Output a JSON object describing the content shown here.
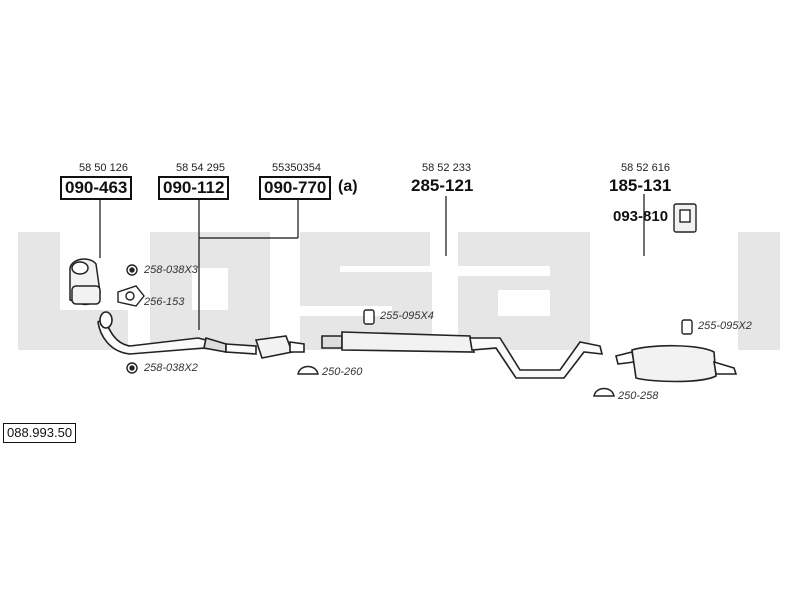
{
  "watermark": {
    "text": "bosal",
    "color": "#e6e6e6"
  },
  "kit_number": "088.993.50",
  "parts": [
    {
      "oe": "58 50 126",
      "code": "090-463",
      "style": "boxed"
    },
    {
      "oe": "58 54 295",
      "code": "090-112",
      "style": "boxed"
    },
    {
      "oe": "55350354",
      "code": "090-770",
      "suffix": "(a)",
      "style": "boxed"
    },
    {
      "oe": "58 52 233",
      "code": "285-121",
      "style": "plain"
    },
    {
      "oe": "58 52 616",
      "code": "185-131",
      "style": "plain"
    }
  ],
  "bracket_code": "093-810",
  "fittings": [
    {
      "code": "258-038X3",
      "icon": "gasket-icon"
    },
    {
      "code": "256-153",
      "icon": "flange-gasket-icon"
    },
    {
      "code": "258-038X2",
      "icon": "gasket-icon"
    },
    {
      "code": "255-095X4",
      "icon": "rubber-mount-icon"
    },
    {
      "code": "250-260",
      "icon": "clamp-icon"
    },
    {
      "code": "255-095X2",
      "icon": "rubber-mount-icon"
    },
    {
      "code": "250-258",
      "icon": "clamp-icon"
    }
  ]
}
